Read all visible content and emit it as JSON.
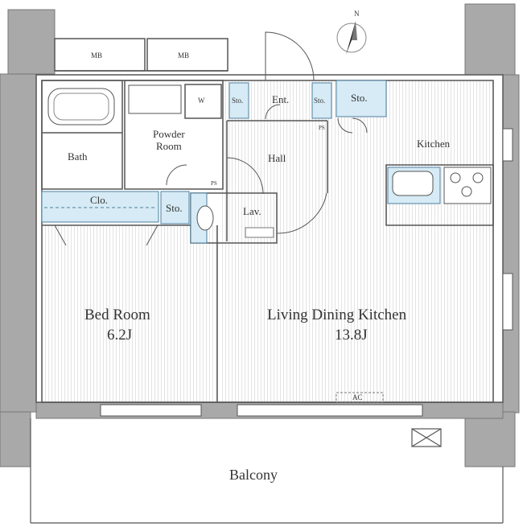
{
  "labels": {
    "mb1": "MB",
    "mb2": "MB",
    "bath": "Bath",
    "powder": "Powder\nRoom",
    "w": "W",
    "sto_ent_left": "Sto.",
    "ent": "Ent.",
    "sto_ent_right": "Sto.",
    "sto_kitchen": "Sto.",
    "ps1": "PS",
    "ps2": "PS",
    "kitchen": "Kitchen",
    "hall": "Hall",
    "clo": "Clo.",
    "sto_bed": "Sto.",
    "lav": "Lav.",
    "bedroom": "Bed Room",
    "bedroom_size": "6.2J",
    "ldk": "Living Dining Kitchen",
    "ldk_size": "13.8J",
    "ac": "AC",
    "balcony": "Balcony",
    "north": "N"
  },
  "colors": {
    "wall": "#a9a9a9",
    "line": "#666666",
    "storage": "#d6ebf5",
    "floor_stripe": "#e6e6e6"
  }
}
